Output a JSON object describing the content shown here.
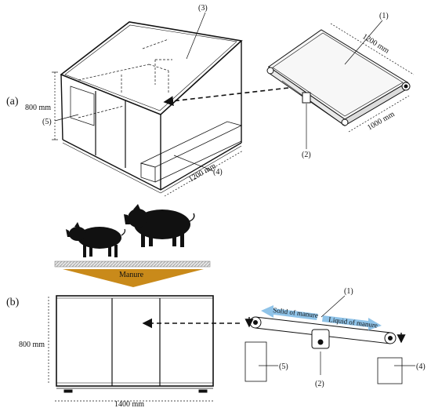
{
  "panels": {
    "a": "(a)",
    "b": "(b)"
  },
  "callouts": {
    "c1": "(1)",
    "c2": "(2)",
    "c3": "(3)",
    "c4": "(4)",
    "c5": "(5)"
  },
  "dimensions": {
    "a_height": "800 mm",
    "a_box_length": "1200 mm",
    "a_belt_length": "1200 mm",
    "a_belt_width": "1000 mm",
    "b_height": "800 mm",
    "b_length": "1400 mm"
  },
  "flow": {
    "manure": "Manure",
    "solid": "Solid of manure",
    "liquid": "Liquid of manure"
  },
  "colors": {
    "manure_arrow": "#c98a1a",
    "flow_arrow": "#8fc3e8",
    "ink": "#111111"
  }
}
